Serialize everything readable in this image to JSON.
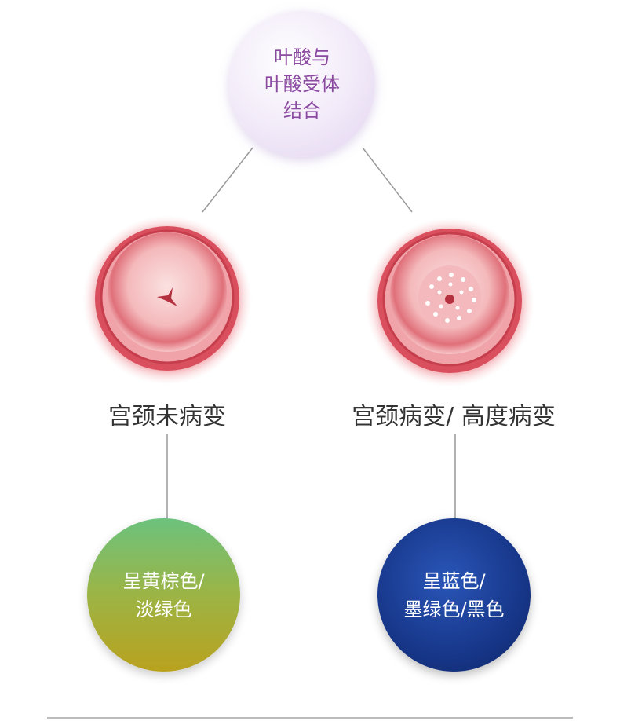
{
  "top_node": {
    "line1": "叶酸与",
    "line2": "叶酸受体",
    "line3": "结合"
  },
  "left_branch": {
    "label": "宫颈未病变",
    "result_line1": "呈黄棕色/",
    "result_line2": "淡绿色"
  },
  "right_branch": {
    "label": "宫颈病变/ 高度病变",
    "result_line1": "呈蓝色/",
    "result_line2": "墨绿色/黑色"
  },
  "colors": {
    "top_text": "#8a4aa0",
    "left_result": "#9cb445",
    "right_result": "#17378a",
    "line": "#999999"
  }
}
